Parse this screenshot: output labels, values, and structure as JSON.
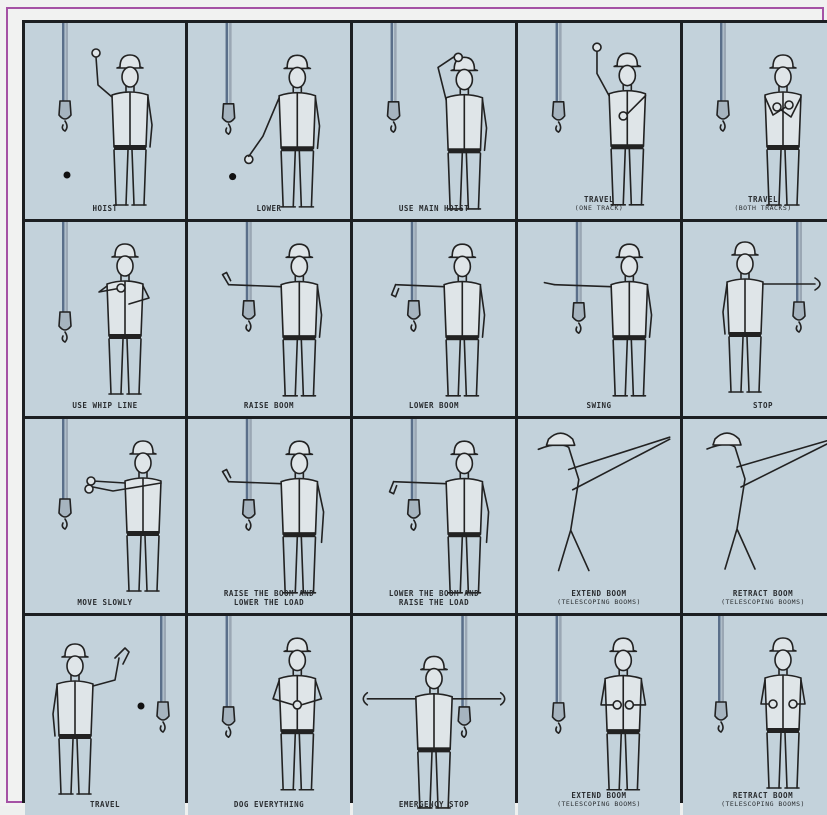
{
  "cells": [
    {
      "label": "HOIST",
      "sub": "",
      "pose": "hoist"
    },
    {
      "label": "LOWER",
      "sub": "",
      "pose": "lower"
    },
    {
      "label": "USE MAIN HOIST",
      "sub": "",
      "pose": "mainhoist"
    },
    {
      "label": "TRAVEL",
      "sub": "(One track)",
      "pose": "travel1"
    },
    {
      "label": "TRAVEL",
      "sub": "(Both tracks)",
      "pose": "travel2"
    },
    {
      "label": "USE WHIP LINE",
      "sub": "",
      "pose": "whip"
    },
    {
      "label": "RAISE BOOM",
      "sub": "",
      "pose": "raiseboom"
    },
    {
      "label": "LOWER BOOM",
      "sub": "",
      "pose": "lowerboom"
    },
    {
      "label": "SWING",
      "sub": "",
      "pose": "swing"
    },
    {
      "label": "STOP",
      "sub": "",
      "pose": "stop"
    },
    {
      "label": "MOVE SLOWLY",
      "sub": "",
      "pose": "slowly"
    },
    {
      "label": "RAISE THE BOOM AND",
      "sub": "LOWER THE LOAD",
      "pose": "raiselower"
    },
    {
      "label": "LOWER THE BOOM AND",
      "sub": "RAISE THE LOAD",
      "pose": "lowerraise"
    },
    {
      "label": "EXTEND BOOM",
      "sub": "(Telescoping booms)",
      "pose": "extend"
    },
    {
      "label": "RETRACT BOOM",
      "sub": "(Telescoping booms)",
      "pose": "retract"
    },
    {
      "label": "TRAVEL",
      "sub": "",
      "pose": "travel3"
    },
    {
      "label": "DOG EVERYTHING",
      "sub": "",
      "pose": "dog"
    },
    {
      "label": "EMERGENCY STOP",
      "sub": "",
      "pose": "emergency"
    },
    {
      "label": "EXTEND BOOM",
      "sub": "(Telescoping booms)",
      "pose": "extend2"
    },
    {
      "label": "RETRACT BOOM",
      "sub": "(Telescoping booms)",
      "pose": "retract2"
    }
  ]
}
